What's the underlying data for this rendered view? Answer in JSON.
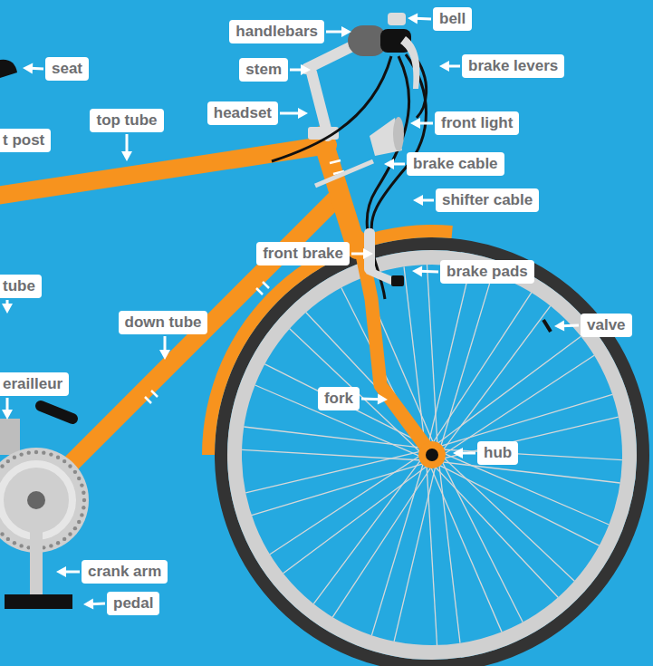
{
  "diagram": {
    "labels": [
      "seat",
      "handlebars",
      "bell",
      "stem",
      "brake levers",
      "headset",
      "top tube",
      "front light",
      "t post",
      "brake cable",
      "shifter cable",
      "front brake",
      "brake pads",
      "tube",
      "down tube",
      "valve",
      "erailleur",
      "fork",
      "hub",
      "crank arm",
      "pedal"
    ]
  }
}
